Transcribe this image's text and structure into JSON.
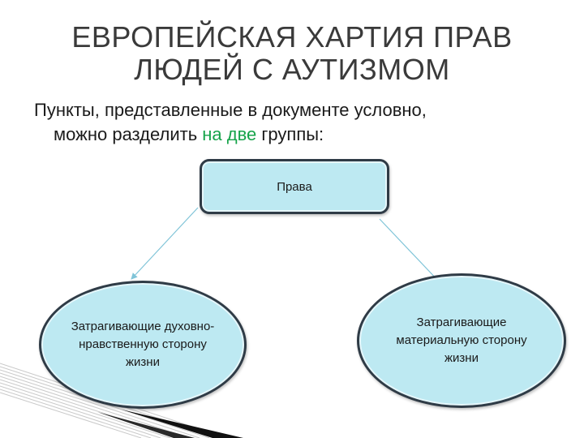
{
  "title": {
    "line1": "ЕВРОПЕЙСКАЯ ХАРТИЯ ПРАВ",
    "line2": "ЛЮДЕЙ С АУТИЗМОМ"
  },
  "subtitle": {
    "line1": "Пункты, представленные в документе условно,",
    "line2_before": "можно разделить ",
    "line2_accent": "на две",
    "line2_after": " группы:"
  },
  "diagram": {
    "root": "Права",
    "left_child": "Затрагивающие духовно-нравственную сторону жизни",
    "right_child": "Затрагивающие материальную сторону жизни"
  },
  "colors": {
    "title": "#3a3a3a",
    "accent": "#16a34a",
    "box_fill": "#bde9f2",
    "box_border": "#2f3b46",
    "arrow": "#7fc4d8"
  }
}
